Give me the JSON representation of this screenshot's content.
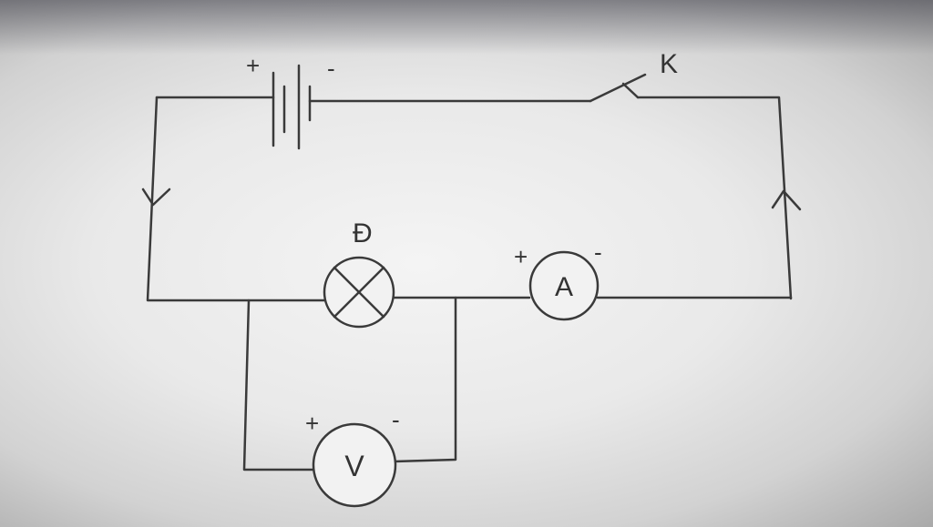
{
  "diagram": {
    "battery": {
      "plus": "+",
      "minus": "-"
    },
    "switch": {
      "label": "K"
    },
    "lamp": {
      "label": "Đ"
    },
    "ammeter": {
      "symbol": "A",
      "plus": "+",
      "minus": "-"
    },
    "voltmeter": {
      "symbol": "V",
      "plus": "+",
      "minus": "-"
    },
    "colors": {
      "wire": "#3a3a3a",
      "background": "#ececec"
    }
  }
}
